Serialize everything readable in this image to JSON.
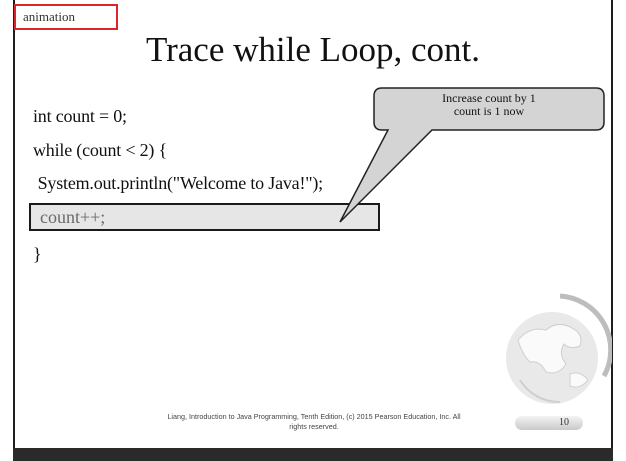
{
  "tag_label": "animation",
  "title": "Trace while Loop, cont.",
  "code_lines": [
    "int count = 0;",
    "while (count < 2) {",
    "  System.out.println(\"Welcome to Java!\");",
    "count++;",
    "}"
  ],
  "callout": {
    "line1": "Increase count by 1",
    "line2": "count is 1 now"
  },
  "footer": {
    "line1": "Liang, Introduction to Java Programming, Tenth Edition, (c) 2015 Pearson Education, Inc. All",
    "line2": "rights reserved."
  },
  "page_number": "10",
  "colors": {
    "tag_border": "#d9262b",
    "highlight_bg": "#e6e6e6",
    "callout_fill": "#d4d4d4"
  }
}
